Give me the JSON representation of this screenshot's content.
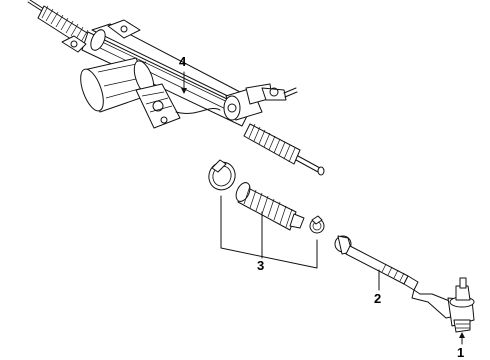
{
  "callouts": {
    "part1": "1",
    "part2": "2",
    "part3": "3",
    "part4": "4"
  },
  "colors": {
    "line": "#111111",
    "background": "#ffffff",
    "label": "#000000"
  }
}
